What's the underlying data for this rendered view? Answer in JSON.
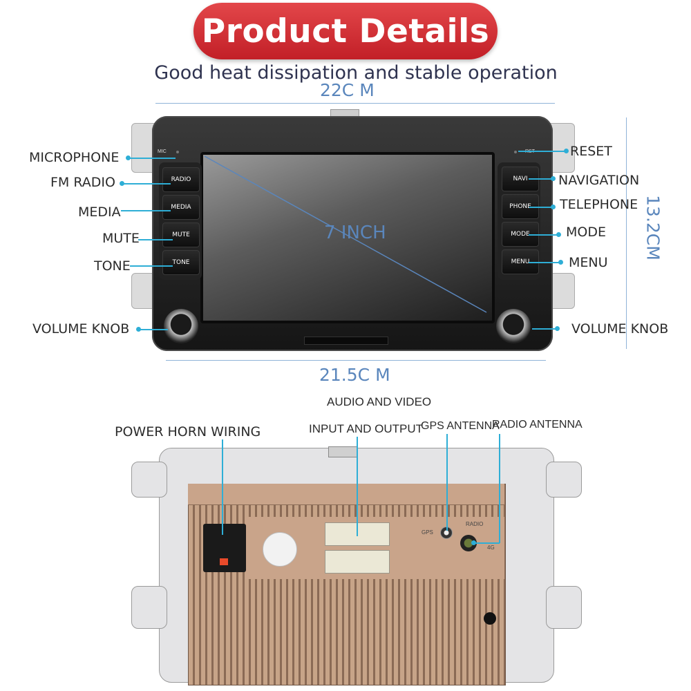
{
  "header": {
    "title": "Product Details",
    "subtitle": "Good heat dissipation and stable operation"
  },
  "dimensions": {
    "top_width": "22C M",
    "bottom_width": "21.5C M",
    "height": "13.2CM",
    "screen_size": "7 INCH"
  },
  "front_labels": {
    "microphone": "MICROPHONE",
    "fm_radio": "FM RADIO",
    "media": "MEDIA",
    "mute": "MUTE",
    "tone": "TONE",
    "volume_knob_left": "VOLUME KNOB",
    "reset": "RESET",
    "navigation": "NAVIGATION",
    "telephone": "TELEPHONE",
    "mode": "MODE",
    "menu": "MENU",
    "volume_knob_right": "VOLUME KNOB"
  },
  "device_buttons": {
    "mic": "MIC",
    "rst": "RST",
    "radio": "RADIO",
    "media": "MEDIA",
    "mute": "MUTE",
    "tone": "TONE",
    "navi": "NAVI",
    "phone": "PHONE",
    "mode": "MODE",
    "menu": "MENU"
  },
  "back_labels": {
    "power_horn_wiring": "POWER HORN WIRING",
    "audio_video_line1": "AUDIO AND VIDEO",
    "audio_video_line2": "INPUT AND OUTPUT",
    "gps_antenna": "GPS ANTENNA",
    "radio_antenna": "RADIO ANTENNA"
  },
  "back_port_marks": {
    "gps": "GPS",
    "radio": "RADIO",
    "fourg": "4G"
  }
}
